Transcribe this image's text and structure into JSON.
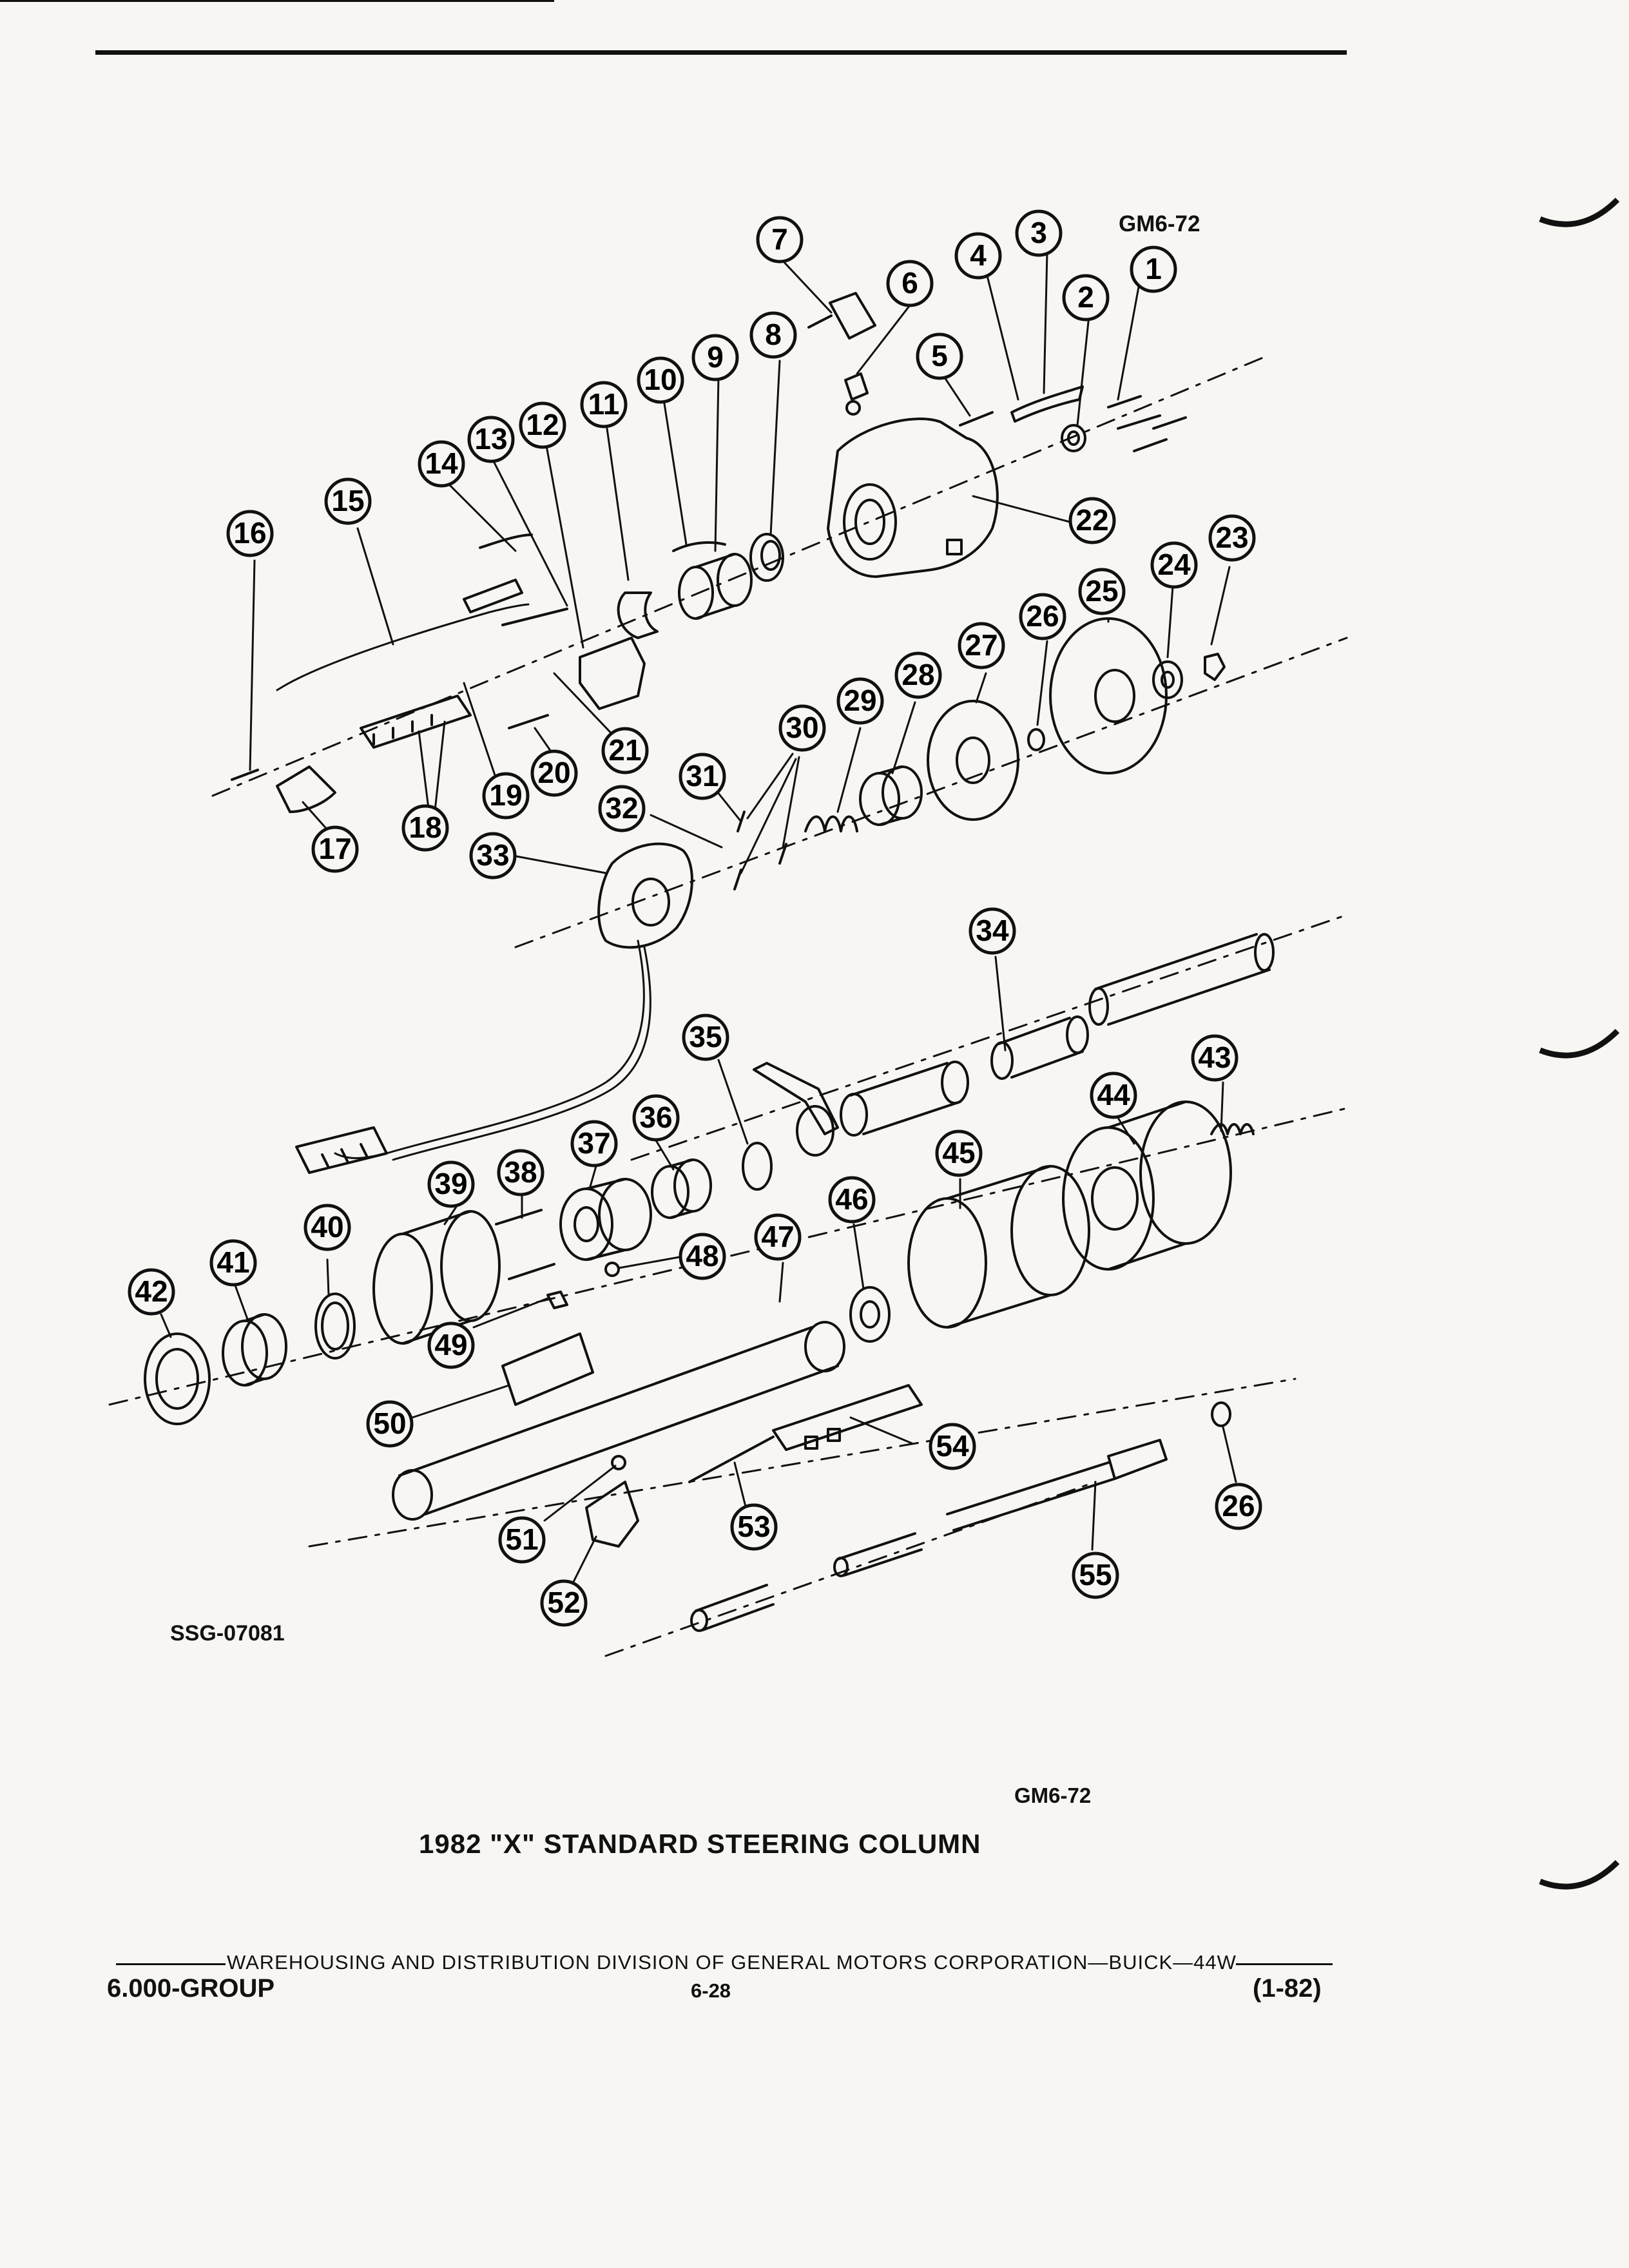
{
  "header": {
    "figure_code_top": "GM6-72"
  },
  "diagram": {
    "callouts": [
      {
        "id": "1",
        "label": "1"
      },
      {
        "id": "2",
        "label": "2"
      },
      {
        "id": "3",
        "label": "3"
      },
      {
        "id": "4",
        "label": "4"
      },
      {
        "id": "5",
        "label": "5"
      },
      {
        "id": "6",
        "label": "6"
      },
      {
        "id": "7",
        "label": "7"
      },
      {
        "id": "8",
        "label": "8"
      },
      {
        "id": "9",
        "label": "9"
      },
      {
        "id": "10",
        "label": "10"
      },
      {
        "id": "11",
        "label": "11"
      },
      {
        "id": "12",
        "label": "12"
      },
      {
        "id": "13",
        "label": "13"
      },
      {
        "id": "14",
        "label": "14"
      },
      {
        "id": "15",
        "label": "15"
      },
      {
        "id": "16",
        "label": "16"
      },
      {
        "id": "17",
        "label": "17"
      },
      {
        "id": "18",
        "label": "18"
      },
      {
        "id": "19",
        "label": "19"
      },
      {
        "id": "20",
        "label": "20"
      },
      {
        "id": "21",
        "label": "21"
      },
      {
        "id": "22",
        "label": "22"
      },
      {
        "id": "23",
        "label": "23"
      },
      {
        "id": "24",
        "label": "24"
      },
      {
        "id": "25",
        "label": "25"
      },
      {
        "id": "26a",
        "label": "26"
      },
      {
        "id": "27",
        "label": "27"
      },
      {
        "id": "28",
        "label": "28"
      },
      {
        "id": "29",
        "label": "29"
      },
      {
        "id": "30",
        "label": "30"
      },
      {
        "id": "31",
        "label": "31"
      },
      {
        "id": "32",
        "label": "32"
      },
      {
        "id": "33",
        "label": "33"
      },
      {
        "id": "34",
        "label": "34"
      },
      {
        "id": "35",
        "label": "35"
      },
      {
        "id": "36",
        "label": "36"
      },
      {
        "id": "37",
        "label": "37"
      },
      {
        "id": "38",
        "label": "38"
      },
      {
        "id": "39",
        "label": "39"
      },
      {
        "id": "40",
        "label": "40"
      },
      {
        "id": "41",
        "label": "41"
      },
      {
        "id": "42",
        "label": "42"
      },
      {
        "id": "43",
        "label": "43"
      },
      {
        "id": "44",
        "label": "44"
      },
      {
        "id": "45",
        "label": "45"
      },
      {
        "id": "46",
        "label": "46"
      },
      {
        "id": "47",
        "label": "47"
      },
      {
        "id": "48",
        "label": "48"
      },
      {
        "id": "49",
        "label": "49"
      },
      {
        "id": "50",
        "label": "50"
      },
      {
        "id": "51",
        "label": "51"
      },
      {
        "id": "52",
        "label": "52"
      },
      {
        "id": "53",
        "label": "53"
      },
      {
        "id": "54",
        "label": "54"
      },
      {
        "id": "55",
        "label": "55"
      },
      {
        "id": "26b",
        "label": "26"
      }
    ],
    "drawing_code": "SSG-07081"
  },
  "caption": {
    "figure_code": "GM6-72",
    "title": "1982 \"X\" STANDARD STEERING COLUMN"
  },
  "footer": {
    "division_line": "WAREHOUSING AND DISTRIBUTION  DIVISION OF GENERAL MOTORS CORPORATION—BUICK—44W",
    "group": "6.000-GROUP",
    "page_number": "6-28",
    "date_code": "(1-82)"
  }
}
